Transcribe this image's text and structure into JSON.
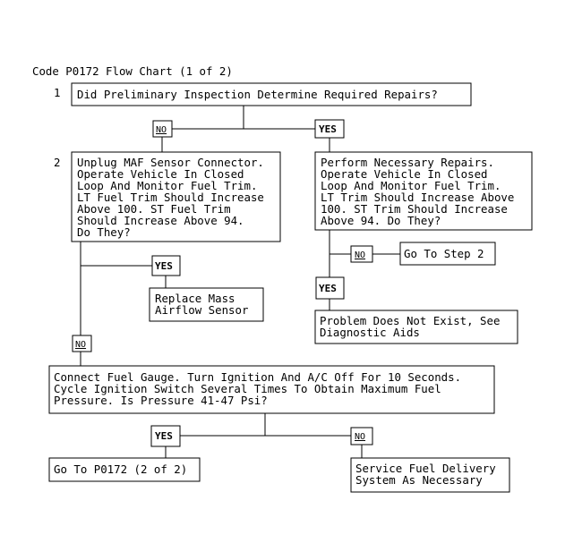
{
  "title": "Code P0172 Flow Chart (1 of 2)",
  "steps": {
    "step1": {
      "number": "1",
      "question": "Did Preliminary Inspection Determine Required Repairs?"
    },
    "step2": {
      "number": "2",
      "lines": [
        "Unplug MAF Sensor Connector.",
        "Operate Vehicle In Closed",
        "Loop And Monitor Fuel Trim.",
        "LT Fuel Trim Should Increase",
        "Above 100. ST Fuel Trim",
        "Should Increase Above 94.",
        "Do They?"
      ]
    },
    "repairs": {
      "lines": [
        "Perform Necessary Repairs.",
        "Operate Vehicle In Closed",
        "Loop And Monitor Fuel Trim.",
        "LT Trim Should Increase Above",
        "100. ST Trim Should Increase",
        "Above 94. Do They?"
      ]
    },
    "goto_step2": {
      "text": "Go To Step 2"
    },
    "replace_maf": {
      "lines": [
        "Replace Mass",
        "Airflow Sensor"
      ]
    },
    "no_problem": {
      "lines": [
        "Problem Does Not Exist, See",
        "Diagnostic Aids"
      ]
    },
    "fuel_gauge": {
      "lines": [
        "Connect Fuel Gauge. Turn Ignition And A/C Off For 10 Seconds.",
        "Cycle Ignition Switch Several Times To Obtain Maximum Fuel",
        "Pressure. Is Pressure 41-47 Psi?"
      ]
    },
    "goto_p0172": {
      "text": "Go To P0172 (2 of 2)"
    },
    "service_fuel": {
      "lines": [
        "Service Fuel Delivery",
        "System As Necessary"
      ]
    }
  },
  "labels": {
    "yes": "YES",
    "no": "NO"
  }
}
